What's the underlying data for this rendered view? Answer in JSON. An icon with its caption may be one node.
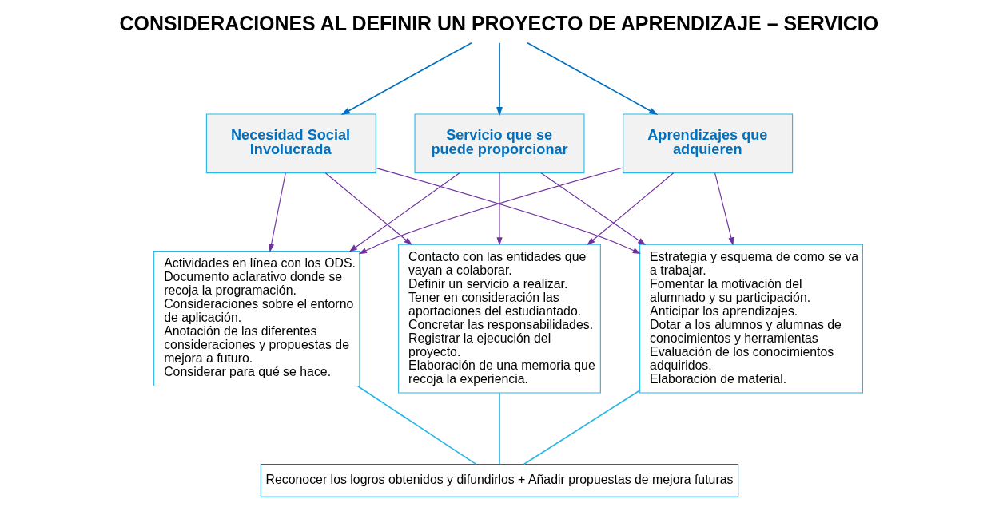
{
  "diagram": {
    "nodes": [
      {
        "text": [
          "CONSIDERACIONES AL DEFINIR UN PROYECTO DE APRENDIZAJE – SERVICIO"
        ]
      },
      {
        "text": [
          "Necesidad Social Involucrada"
        ]
      },
      {
        "text": [
          "Servicio que se puede proporcionar"
        ]
      },
      {
        "text": [
          "Aprendizajes que adquieren"
        ]
      },
      {
        "text": [
          "Actividades en línea con los ODS.",
          "Documento aclarativo donde se recoja la programación.",
          "Consideraciones sobre el entorno de aplicación.",
          "Anotación de las diferentes consideraciones y propuestas de mejora a futuro.",
          "Considerar para qué se hace."
        ]
      },
      {
        "text": [
          "Contacto con las entidades que vayan a colaborar.",
          "Definir un servicio a realizar.",
          "Tener en consideración las aportaciones del estudiantado.",
          "Concretar las responsabilidades.",
          "Registrar la ejecución del proyecto.",
          "Elaboración de una memoria que recoja la experiencia."
        ]
      },
      {
        "text": [
          "Estrategia y esquema de como se va a trabajar.",
          "Fomentar la motivación del alumnado y su participación.",
          "Anticipar los aprendizajes.",
          "Dotar a los alumnos y alumnas de conocimientos y herramientas",
          "Evaluación de los conocimientos adquiridos.",
          "Elaboración de material."
        ]
      },
      {
        "text": [
          "Reconocer los logros obtenidos y difundirlos + Añadir propuestas de mejora futuras"
        ]
      }
    ],
    "edges": [
      {
        "from": 0,
        "to": 1,
        "arrow": "to",
        "color": "#0070c0"
      },
      {
        "from": 0,
        "to": 2,
        "arrow": "to",
        "color": "#0070c0"
      },
      {
        "from": 0,
        "to": 3,
        "arrow": "to",
        "color": "#0070c0"
      },
      {
        "from": 1,
        "to": 4,
        "arrow": "to"
      },
      {
        "from": 1,
        "to": 5,
        "arrow": "to"
      },
      {
        "from": 1,
        "to": 6,
        "arrow": "to"
      },
      {
        "from": 2,
        "to": 4,
        "arrow": "to"
      },
      {
        "from": 2,
        "to": 5,
        "arrow": "to"
      },
      {
        "from": 2,
        "to": 6,
        "arrow": "to"
      },
      {
        "from": 3,
        "to": 4,
        "arrow": "to"
      },
      {
        "from": 3,
        "to": 5,
        "arrow": "to"
      },
      {
        "from": 3,
        "to": 6,
        "arrow": "to"
      },
      {
        "from": 4,
        "to": 7,
        "arrow": "none",
        "color": "#29b6e8"
      },
      {
        "from": 5,
        "to": 7,
        "arrow": "none",
        "color": "#29b6e8"
      },
      {
        "from": 6,
        "to": 7,
        "arrow": "none",
        "color": "#29b6e8"
      }
    ]
  }
}
